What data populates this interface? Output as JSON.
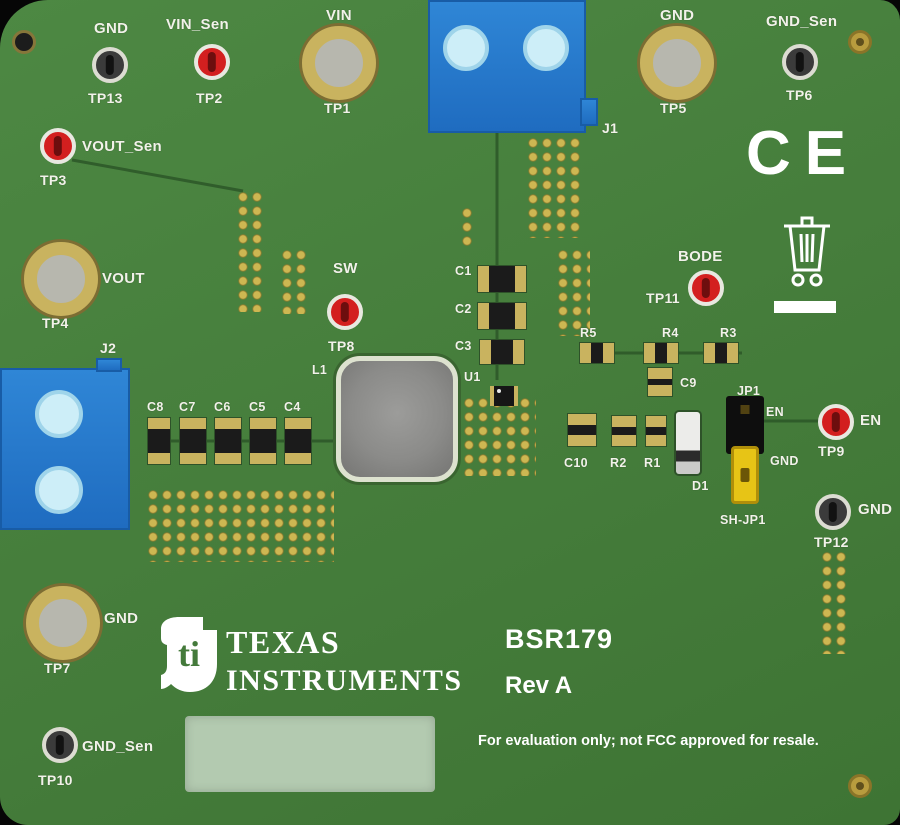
{
  "board": {
    "model": "BSR179",
    "rev": "Rev A",
    "disclaimer": "For evaluation only; not FCC approved for resale.",
    "ce_mark": "CE",
    "logo_line1": "TEXAS",
    "logo_line2": "INSTRUMENTS",
    "colors": {
      "pcb_green": "#467e3c",
      "connector_blue": "#2f86d6",
      "testpoint_red": "#d31f1f",
      "silkscreen": "#ffffff",
      "pad_gold": "#c9b35f",
      "shunt_yellow": "#e7c416"
    }
  },
  "testpoints": {
    "tp1": {
      "ref": "TP1",
      "label": "VIN"
    },
    "tp2": {
      "ref": "TP2",
      "label": "VIN_Sen"
    },
    "tp3": {
      "ref": "TP3",
      "label": "VOUT_Sen"
    },
    "tp4": {
      "ref": "TP4",
      "label": "VOUT"
    },
    "tp5": {
      "ref": "TP5",
      "label": "GND"
    },
    "tp6": {
      "ref": "TP6",
      "label": "GND_Sen"
    },
    "tp7": {
      "ref": "TP7",
      "label": "GND"
    },
    "tp8": {
      "ref": "TP8",
      "label": "SW"
    },
    "tp9": {
      "ref": "TP9",
      "label": "EN"
    },
    "tp10": {
      "ref": "TP10",
      "label": "GND_Sen"
    },
    "tp11": {
      "ref": "TP11",
      "label": "BODE"
    },
    "tp12": {
      "ref": "TP12",
      "label": "GND"
    },
    "tp13": {
      "ref": "TP13",
      "label": "GND"
    }
  },
  "connectors": {
    "j1": {
      "ref": "J1"
    },
    "j2": {
      "ref": "J2"
    }
  },
  "components": {
    "l1": "L1",
    "u1": "U1",
    "c1": "C1",
    "c2": "C2",
    "c3": "C3",
    "c4": "C4",
    "c5": "C5",
    "c6": "C6",
    "c7": "C7",
    "c8": "C8",
    "c9": "C9",
    "c10": "C10",
    "r1": "R1",
    "r2": "R2",
    "r3": "R3",
    "r4": "R4",
    "r5": "R5",
    "d1": "D1"
  },
  "jumper": {
    "ref": "JP1",
    "pin_top": "EN",
    "pin_bottom": "GND",
    "shunt_label": "SH-JP1"
  }
}
